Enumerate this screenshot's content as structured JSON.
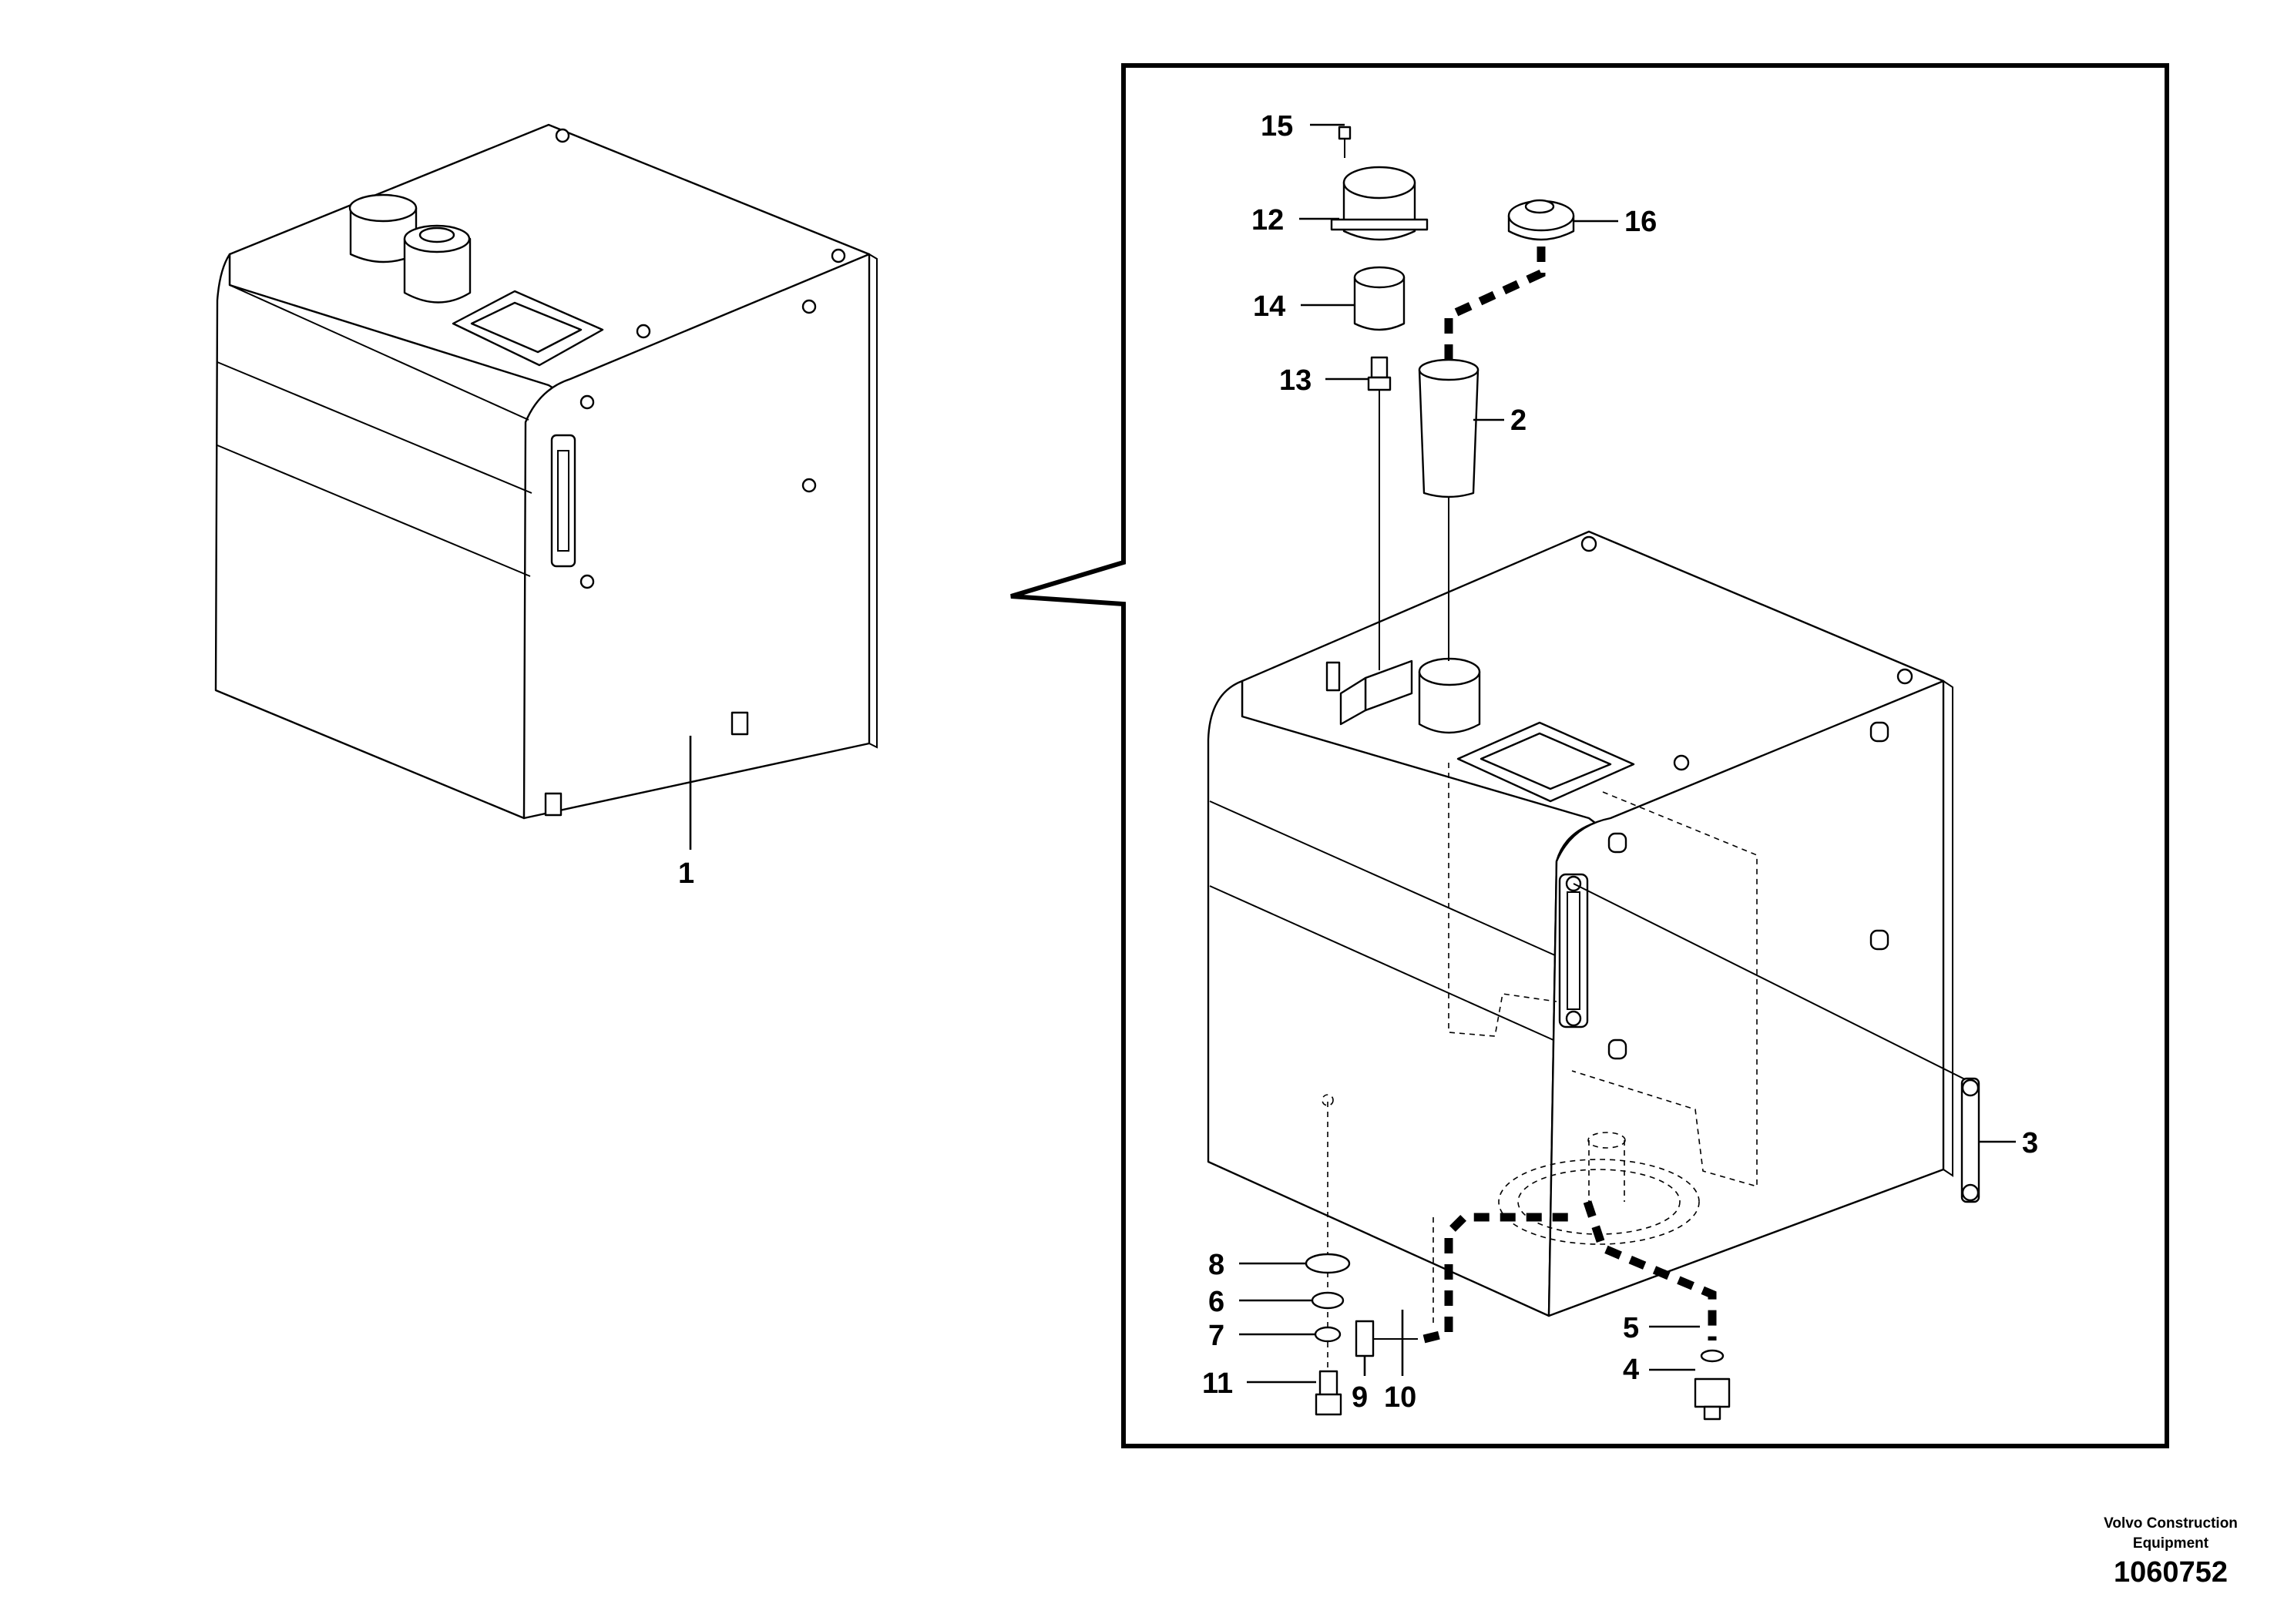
{
  "diagram": {
    "callouts": [
      {
        "id": "1",
        "label": "1"
      },
      {
        "id": "2",
        "label": "2"
      },
      {
        "id": "3",
        "label": "3"
      },
      {
        "id": "4",
        "label": "4"
      },
      {
        "id": "5",
        "label": "5"
      },
      {
        "id": "6",
        "label": "6"
      },
      {
        "id": "7",
        "label": "7"
      },
      {
        "id": "8",
        "label": "8"
      },
      {
        "id": "9",
        "label": "9"
      },
      {
        "id": "10",
        "label": "10"
      },
      {
        "id": "11",
        "label": "11"
      },
      {
        "id": "12",
        "label": "12"
      },
      {
        "id": "13",
        "label": "13"
      },
      {
        "id": "14",
        "label": "14"
      },
      {
        "id": "15",
        "label": "15"
      },
      {
        "id": "16",
        "label": "16"
      }
    ]
  },
  "footer": {
    "brand_line1": "Volvo Construction",
    "brand_line2": "Equipment",
    "figure_number": "1060752"
  }
}
